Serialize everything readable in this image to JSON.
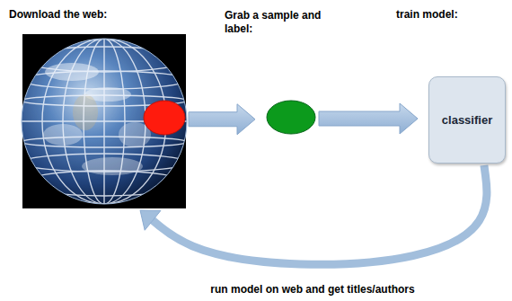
{
  "diagram": {
    "nodes": [
      {
        "text": [
          "Download the web:"
        ]
      },
      {
        "text": [
          "Grab a sample and label:"
        ]
      },
      {
        "text": [
          "train model:",
          "classifier"
        ]
      }
    ],
    "edges": [
      {
        "from": 0,
        "to": 1,
        "arrow": "to"
      },
      {
        "from": 1,
        "to": 2,
        "arrow": "to"
      },
      {
        "from": 2,
        "to": 0,
        "arrow": "to",
        "label": "run model on web and get titles/authors"
      }
    ]
  }
}
